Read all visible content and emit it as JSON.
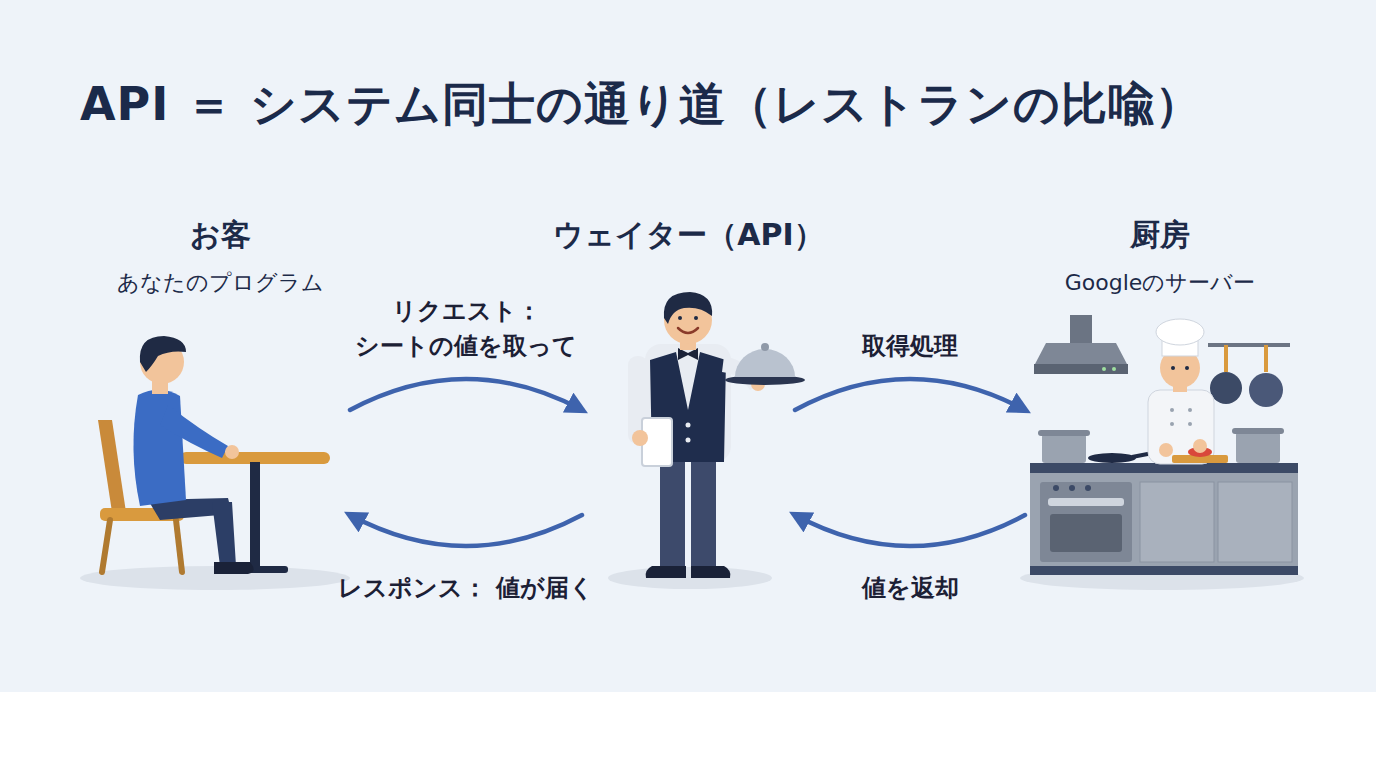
{
  "diagram": {
    "title": "API ＝ システム同士の通り道（レストランの比喩）",
    "nodes": [
      {
        "text": [
          "お客",
          "あなたのプログラム"
        ]
      },
      {
        "text": [
          "ウェイター（API）"
        ]
      },
      {
        "text": [
          "厨房",
          "Googleのサーバー"
        ]
      }
    ],
    "edges": [
      {
        "from": 0,
        "to": 1,
        "label": "リクエスト： シートの値を取って",
        "arrow": "to"
      },
      {
        "from": 1,
        "to": 2,
        "label": "取得処理",
        "arrow": "to"
      },
      {
        "from": 2,
        "to": 1,
        "label": "値を返却",
        "arrow": "to"
      },
      {
        "from": 1,
        "to": 0,
        "label": "レスポンス： 値が届く",
        "arrow": "to"
      }
    ]
  }
}
